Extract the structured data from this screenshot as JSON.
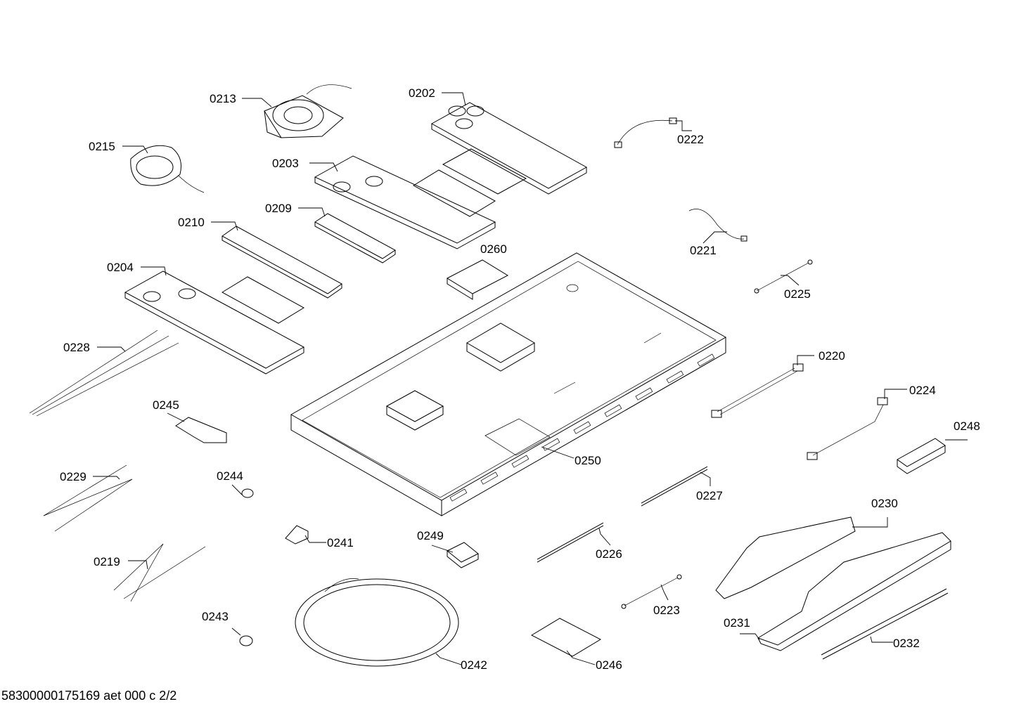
{
  "parts": [
    {
      "id": "p0213",
      "label": "0213"
    },
    {
      "id": "p0202",
      "label": "0202"
    },
    {
      "id": "p0215",
      "label": "0215"
    },
    {
      "id": "p0222",
      "label": "0222"
    },
    {
      "id": "p0203",
      "label": "0203"
    },
    {
      "id": "p0209",
      "label": "0209"
    },
    {
      "id": "p0210",
      "label": "0210"
    },
    {
      "id": "p0260",
      "label": "0260"
    },
    {
      "id": "p0221",
      "label": "0221"
    },
    {
      "id": "p0204",
      "label": "0204"
    },
    {
      "id": "p0225",
      "label": "0225"
    },
    {
      "id": "p0228",
      "label": "0228"
    },
    {
      "id": "p0220",
      "label": "0220"
    },
    {
      "id": "p0224",
      "label": "0224"
    },
    {
      "id": "p0245",
      "label": "0245"
    },
    {
      "id": "p0248",
      "label": "0248"
    },
    {
      "id": "p0250",
      "label": "0250"
    },
    {
      "id": "p0229",
      "label": "0229"
    },
    {
      "id": "p0244",
      "label": "0244"
    },
    {
      "id": "p0227",
      "label": "0227"
    },
    {
      "id": "p0230",
      "label": "0230"
    },
    {
      "id": "p0241",
      "label": "0241"
    },
    {
      "id": "p0249",
      "label": "0249"
    },
    {
      "id": "p0226",
      "label": "0226"
    },
    {
      "id": "p0219",
      "label": "0219"
    },
    {
      "id": "p0223",
      "label": "0223"
    },
    {
      "id": "p0243",
      "label": "0243"
    },
    {
      "id": "p0231",
      "label": "0231"
    },
    {
      "id": "p0232",
      "label": "0232"
    },
    {
      "id": "p0242",
      "label": "0242"
    },
    {
      "id": "p0246",
      "label": "0246"
    }
  ],
  "footer": "58300000175169 aet 000 c 2/2"
}
